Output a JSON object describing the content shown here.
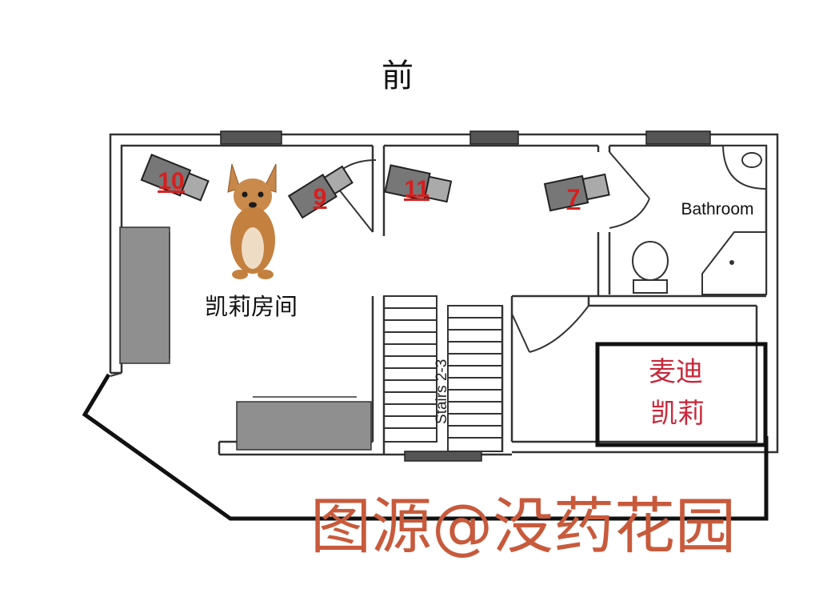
{
  "header": {
    "front_label": "前"
  },
  "rooms": {
    "kaili_room": "凯莉房间",
    "bathroom": "Bathroom",
    "stairs": "Stairs 2-3"
  },
  "box": {
    "line1": "麦迪",
    "line2": "凯莉"
  },
  "cameras": [
    {
      "id": "cam-10",
      "label": "10"
    },
    {
      "id": "cam-9",
      "label": "9"
    },
    {
      "id": "cam-11",
      "label": "11"
    },
    {
      "id": "cam-7",
      "label": "7"
    }
  ],
  "watermark": "图源@没药花园",
  "colors": {
    "camera_label": "#d81e1e",
    "box_text": "#c8283a",
    "watermark": "#c85a3c",
    "wall": "#333333",
    "furniture": "#8f8f8f"
  }
}
